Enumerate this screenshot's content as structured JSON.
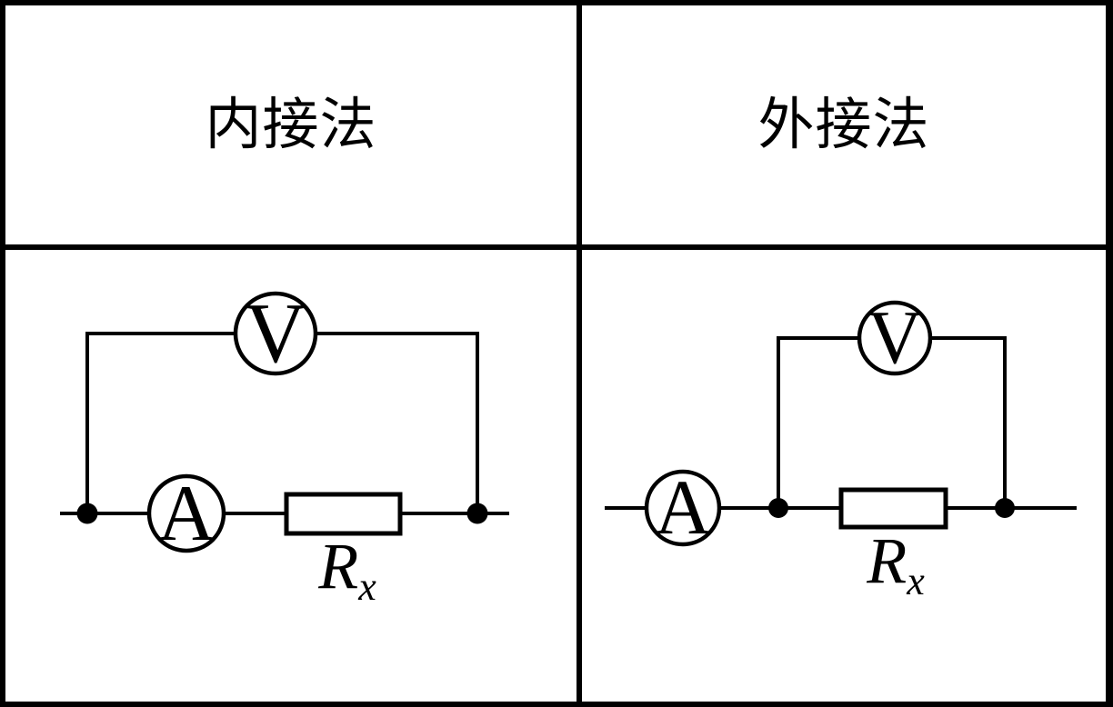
{
  "table": {
    "headers": {
      "internal": "内接法",
      "external": "外接法"
    }
  },
  "internal_circuit": {
    "voltmeter_label": "V",
    "ammeter_label": "A",
    "resistor_label": "R",
    "resistor_subscript": "x"
  },
  "external_circuit": {
    "voltmeter_label": "V",
    "ammeter_label": "A",
    "resistor_label": "R",
    "resistor_subscript": "x"
  },
  "colors": {
    "ink": "#000000",
    "background": "#ffffff"
  }
}
